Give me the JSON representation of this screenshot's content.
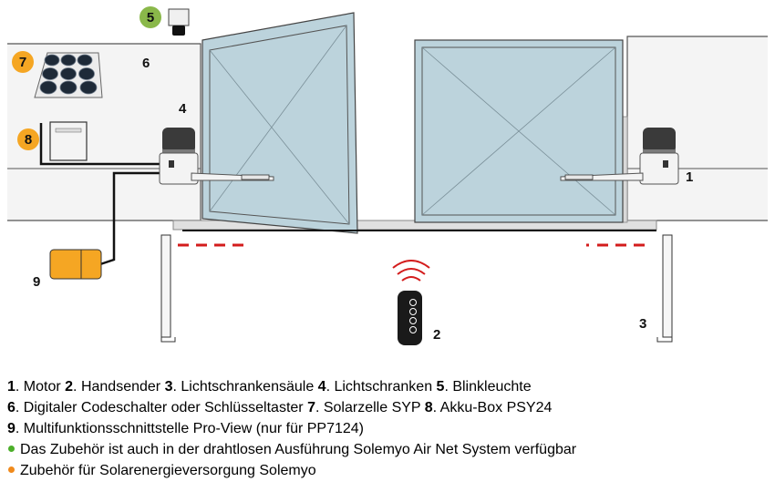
{
  "labels": {
    "n1": "1",
    "n2": "2",
    "n3": "3",
    "n4": "4",
    "n5": "5",
    "n6": "6",
    "n7": "7",
    "n8": "8",
    "n9": "9"
  },
  "colors": {
    "green_badge": "#8ab84a",
    "orange_badge": "#f5a623",
    "gate_fill": "#bcd3dc",
    "wall_fill": "#f2f2f2",
    "photocell_beam": "#d31c1c",
    "interface_box": "#f5a623",
    "legend_green": "#4caf2a",
    "legend_orange": "#f08a1c"
  },
  "legend": {
    "line1": [
      {
        "num": "1",
        "text": ". Motor "
      },
      {
        "num": "2",
        "text": ". Handsender "
      },
      {
        "num": "3",
        "text": ". Lichtschrankensäule "
      },
      {
        "num": "4",
        "text": ". Lichtschranken "
      },
      {
        "num": "5",
        "text": ". Blinkleuchte"
      }
    ],
    "line2": [
      {
        "num": "6",
        "text": ". Digitaler Codeschalter oder Schlüsseltaster "
      },
      {
        "num": "7",
        "text": ". Solarzelle SYP "
      },
      {
        "num": "8",
        "text": ". Akku-Box PSY24"
      }
    ],
    "line3": [
      {
        "num": "9",
        "text": ". Multifunktionsschnittstelle Pro-View (nur für PP7124)"
      }
    ],
    "note_green": "Das Zubehör ist auch in der drahtlosen Ausführung Solemyo Air Net System verfügbar",
    "note_orange": "Zubehör für Solarenergieversorgung Solemyo"
  }
}
